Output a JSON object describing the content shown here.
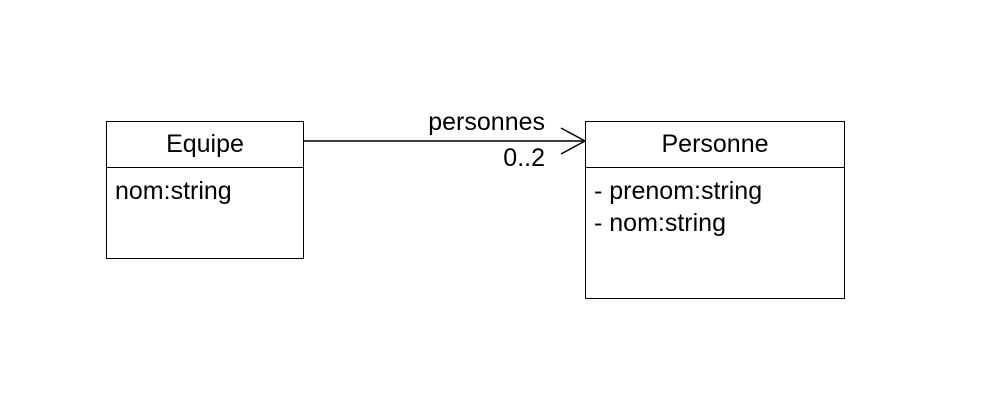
{
  "classes": {
    "equipe": {
      "name": "Equipe",
      "attributes": [
        "nom:string"
      ]
    },
    "personne": {
      "name": "Personne",
      "attributes": [
        "- prenom:string",
        "- nom:string"
      ]
    }
  },
  "association": {
    "role": "personnes",
    "multiplicity": "0..2"
  },
  "colors": {
    "stroke": "#000000",
    "background": "#ffffff"
  }
}
